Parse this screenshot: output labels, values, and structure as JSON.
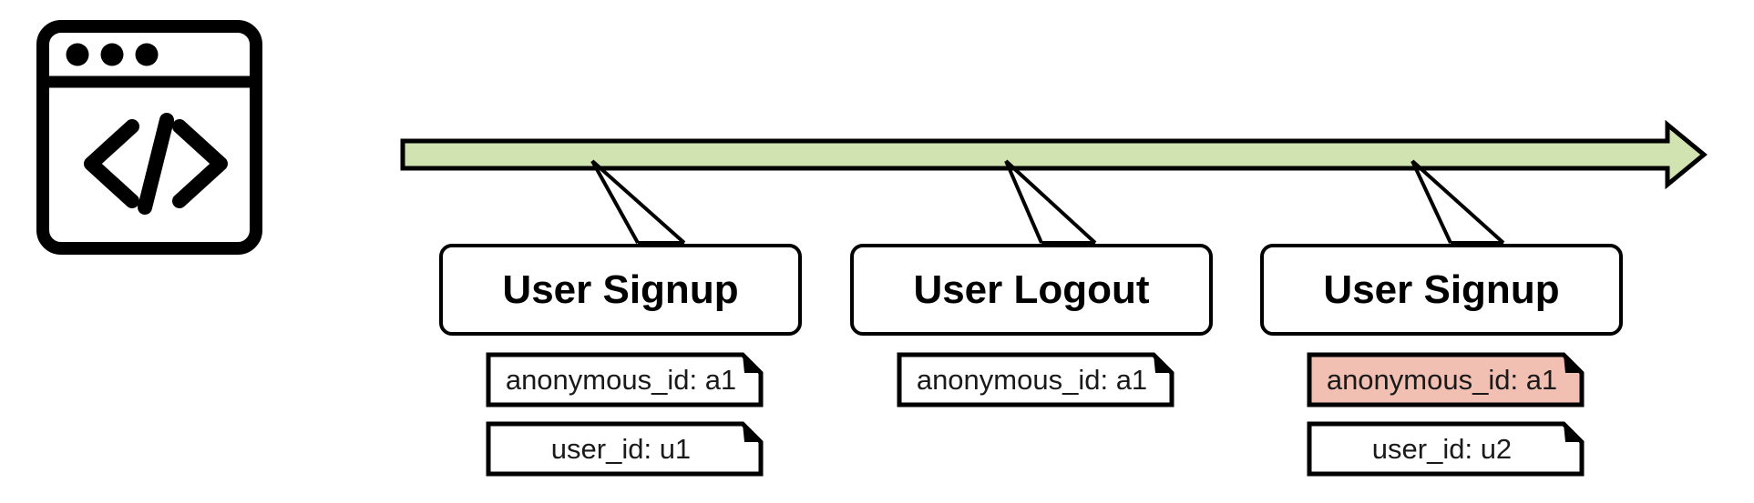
{
  "page": {
    "title": "Event timeline with identity attributes",
    "background": "#ffffff"
  },
  "colors": {
    "timeline_fill": "#d1e3b0",
    "timeline_stroke": "#000000",
    "box_fill": "#ffffff",
    "box_stroke": "#000000",
    "note_fill": "#ffffff",
    "note_stroke": "#000000",
    "note_highlight_fill": "#f2bfb3",
    "text": "#000000"
  },
  "app_icon": {
    "name": "code-window-icon",
    "glyph": "</>",
    "dots": 3
  },
  "timeline": {
    "name": "time-arrow",
    "direction": "left-to-right",
    "label": ""
  },
  "events": [
    {
      "id": "event-1",
      "title": "User Signup",
      "attributes": [
        {
          "label": "anonymous_id: a1",
          "key": "anonymous_id",
          "value": "a1",
          "highlighted": false
        },
        {
          "label": "user_id: u1",
          "key": "user_id",
          "value": "u1",
          "highlighted": false
        }
      ]
    },
    {
      "id": "event-2",
      "title": "User Logout",
      "attributes": [
        {
          "label": "anonymous_id: a1",
          "key": "anonymous_id",
          "value": "a1",
          "highlighted": false
        }
      ]
    },
    {
      "id": "event-3",
      "title": "User Signup",
      "attributes": [
        {
          "label": "anonymous_id: a1",
          "key": "anonymous_id",
          "value": "a1",
          "highlighted": true
        },
        {
          "label": "user_id: u2",
          "key": "user_id",
          "value": "u2",
          "highlighted": false
        }
      ]
    }
  ]
}
